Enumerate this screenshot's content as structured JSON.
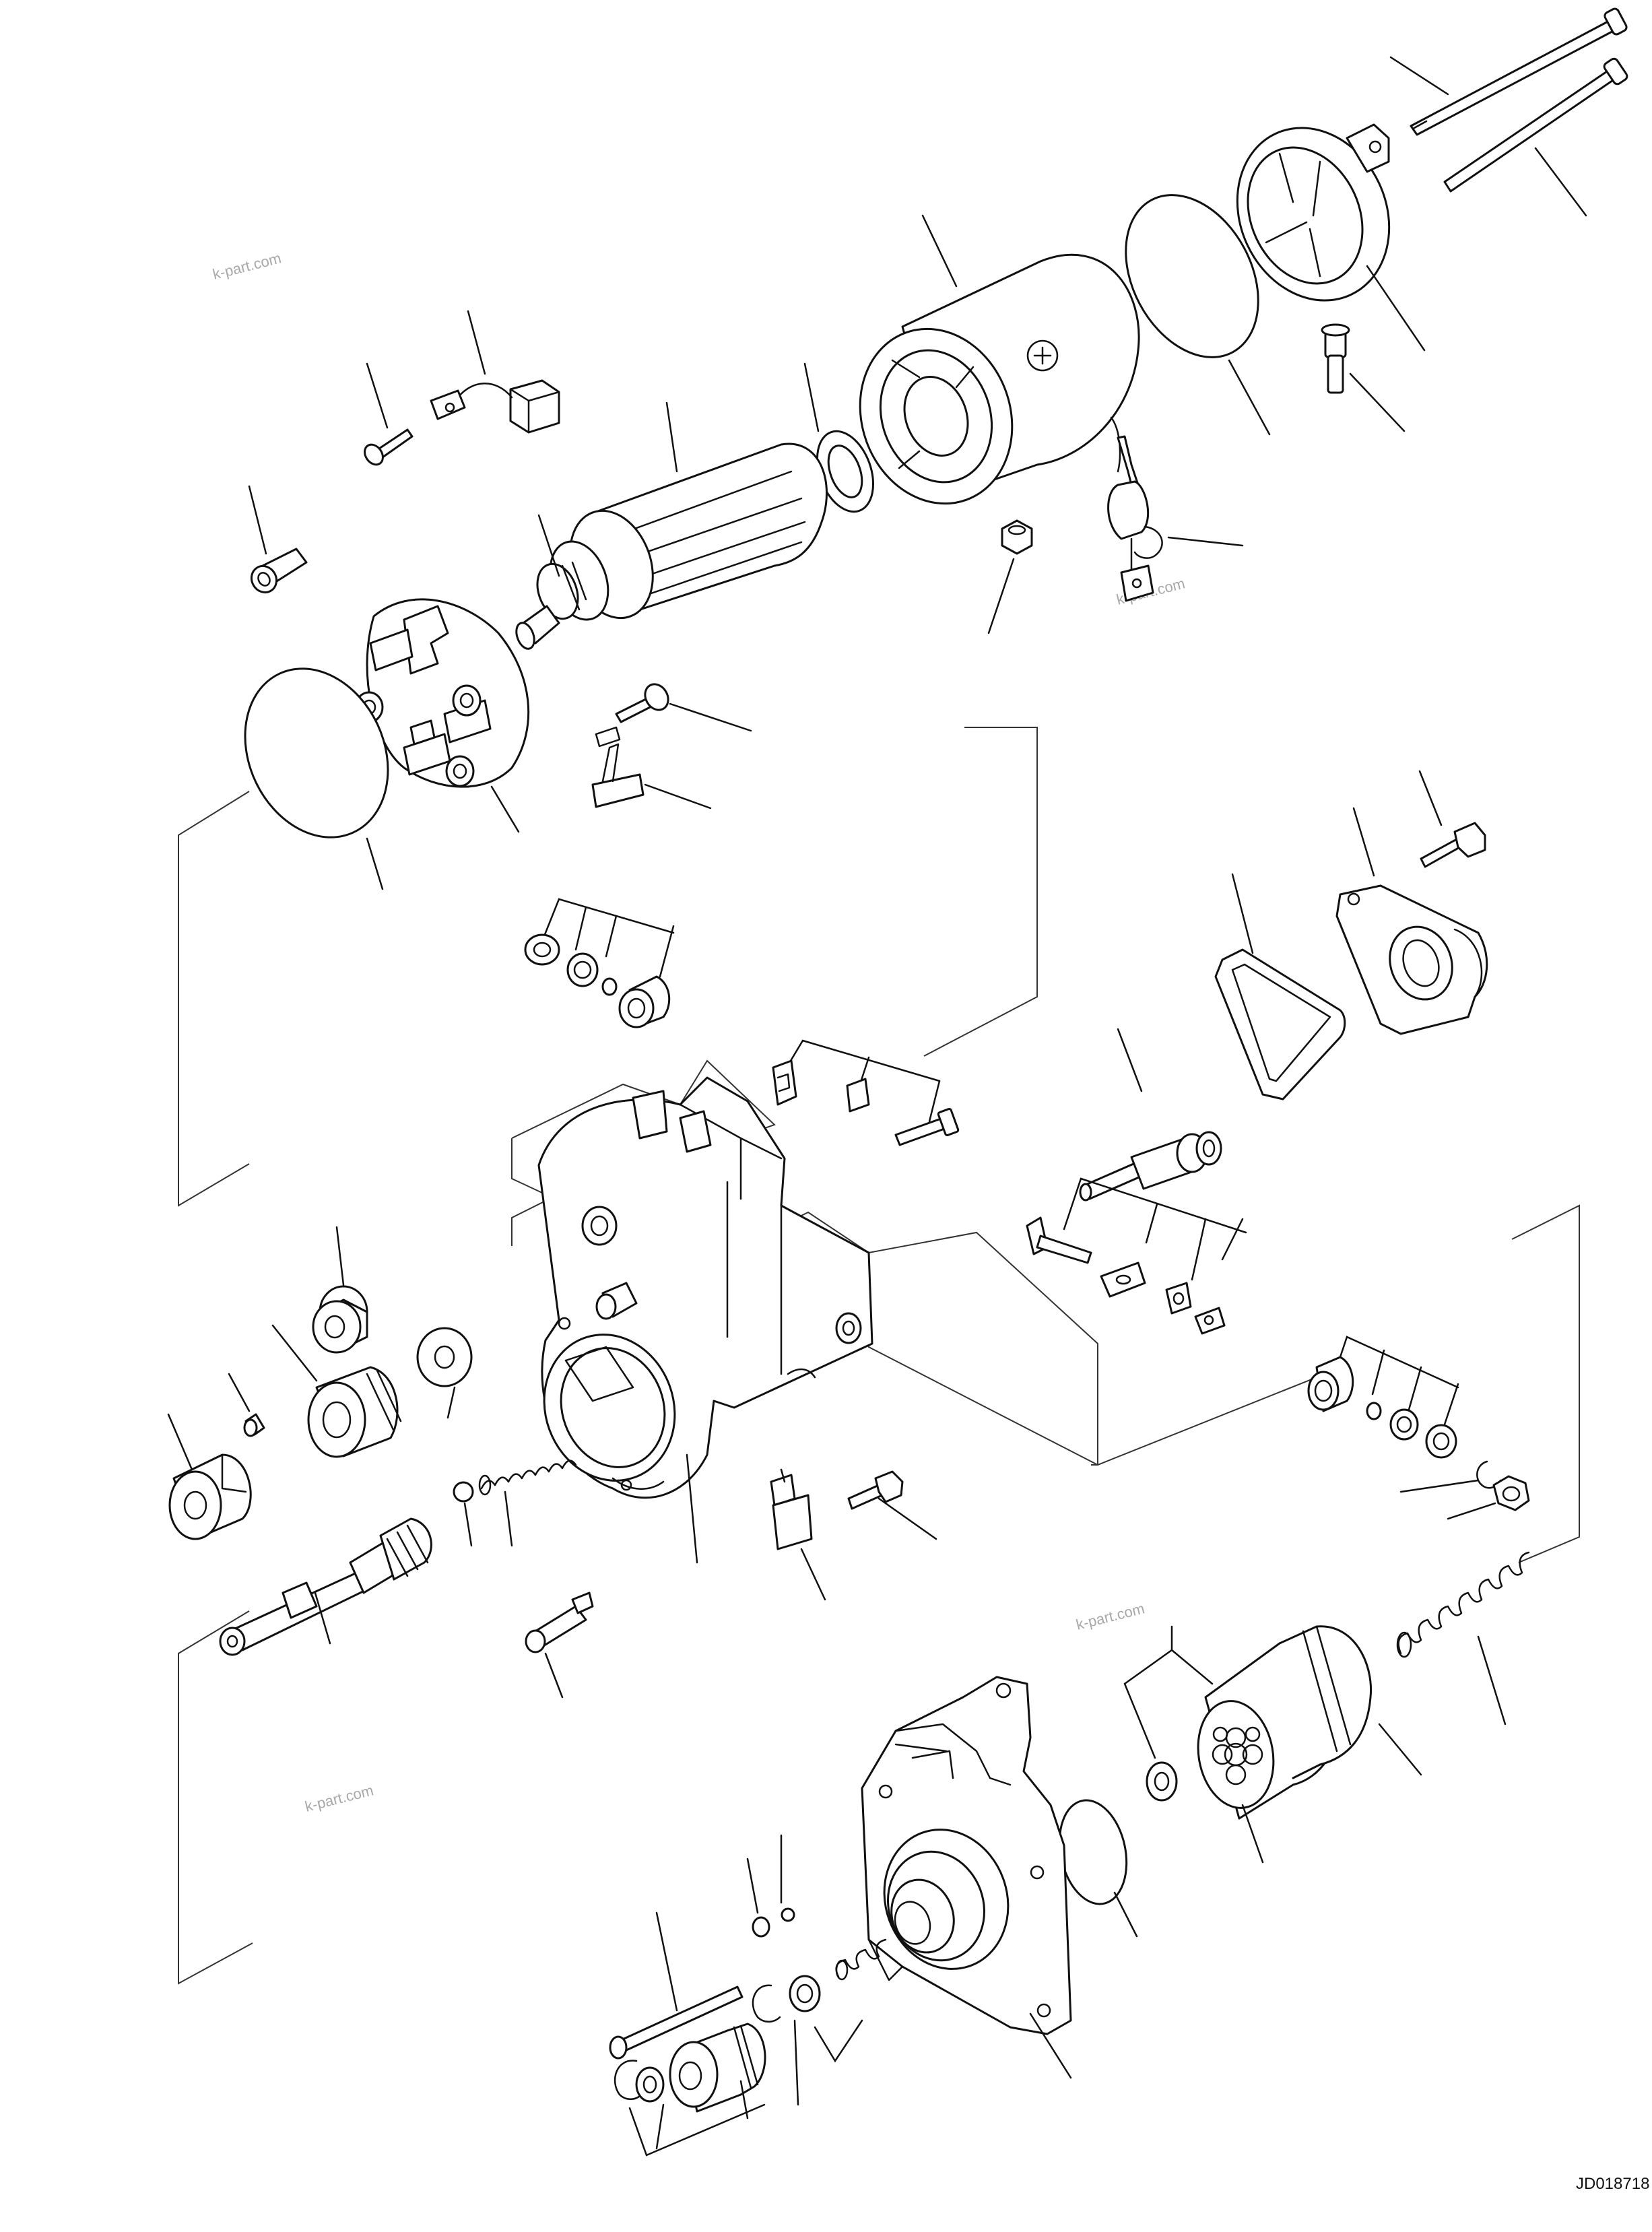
{
  "diagram": {
    "type": "exploded-parts-view",
    "drawing_code": "JD018718",
    "watermarks": [
      "k-part.com",
      "k-part.com",
      "k-part.com",
      "k-part.com"
    ],
    "colors": {
      "line": "#111111",
      "background": "#ffffff",
      "watermark": "#a8a8a8"
    }
  }
}
